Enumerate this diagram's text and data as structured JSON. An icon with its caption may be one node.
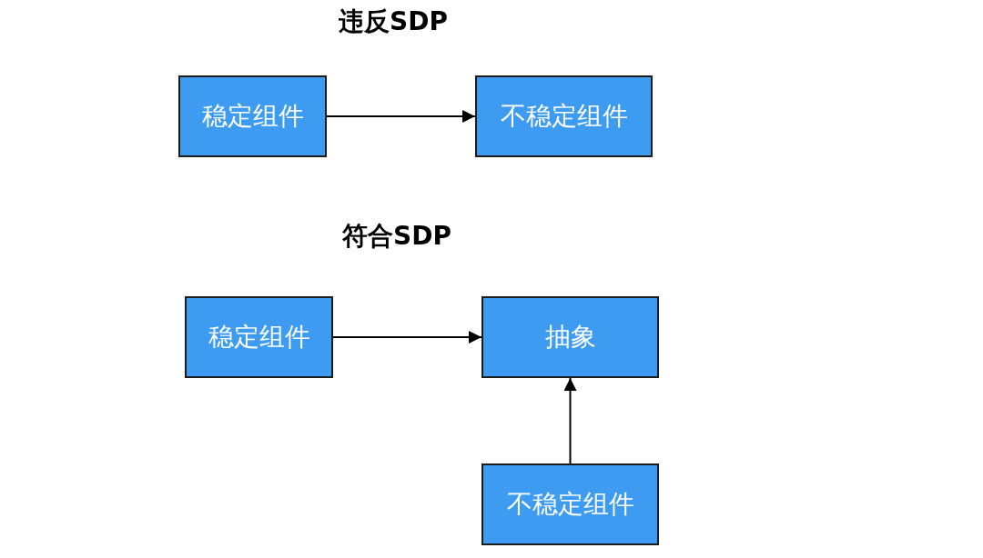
{
  "diagram": {
    "nodes": [
      {
        "text": [
          "稳定组件"
        ]
      },
      {
        "text": [
          "不稳定组件"
        ]
      },
      {
        "text": [
          "稳定组件"
        ]
      },
      {
        "text": [
          "抽象"
        ]
      },
      {
        "text": [
          "不稳定组件"
        ]
      }
    ],
    "edges": [
      {
        "from": 0,
        "to": 1,
        "arrow": "to"
      },
      {
        "from": 2,
        "to": 3,
        "arrow": "to"
      },
      {
        "from": 4,
        "to": 3,
        "arrow": "to"
      }
    ],
    "labels": [
      "违反SDP",
      "符合SDP"
    ]
  }
}
